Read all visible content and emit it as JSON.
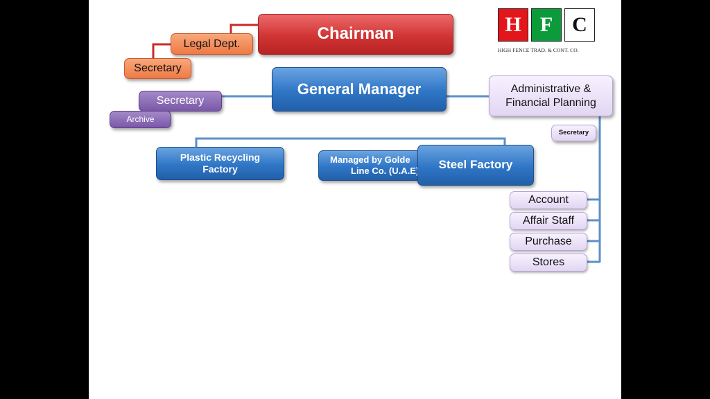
{
  "logo": {
    "letters": [
      "H",
      "F",
      "C"
    ],
    "caption": "HIGH FENCE TRAD. & CONT. CO.",
    "colors": {
      "h": "#e3161b",
      "f": "#0b9b3a",
      "c": "#ffffff"
    }
  },
  "nodes": {
    "chairman": "Chairman",
    "legal_dept": "Legal Dept.",
    "chairman_secretary": "Secretary",
    "general_manager": "General Manager",
    "gm_secretary": "Secretary",
    "archive": "Archive",
    "admin_planning_line1": "Administrative &",
    "admin_planning_line2": "Financial Planning",
    "admin_secretary": "Secretary",
    "plastic_line1": "Plastic Recycling",
    "plastic_line2": "Factory",
    "golden_line1": "Managed by Golde",
    "golden_line2": "Line Co. (U.A.E)",
    "steel_factory": "Steel Factory",
    "account": "Account",
    "affair_staff": "Affair Staff",
    "purchase": "Purchase",
    "stores": "Stores"
  },
  "colors": {
    "chairman_branch": "#c92a2a",
    "main_connector": "#5b8fc9",
    "red_box": "#d13434",
    "orange_box": "#ee7a45",
    "blue_box": "#2f76c6",
    "purple_box": "#7a58a8",
    "lilac_box": "#e2d6f2"
  }
}
